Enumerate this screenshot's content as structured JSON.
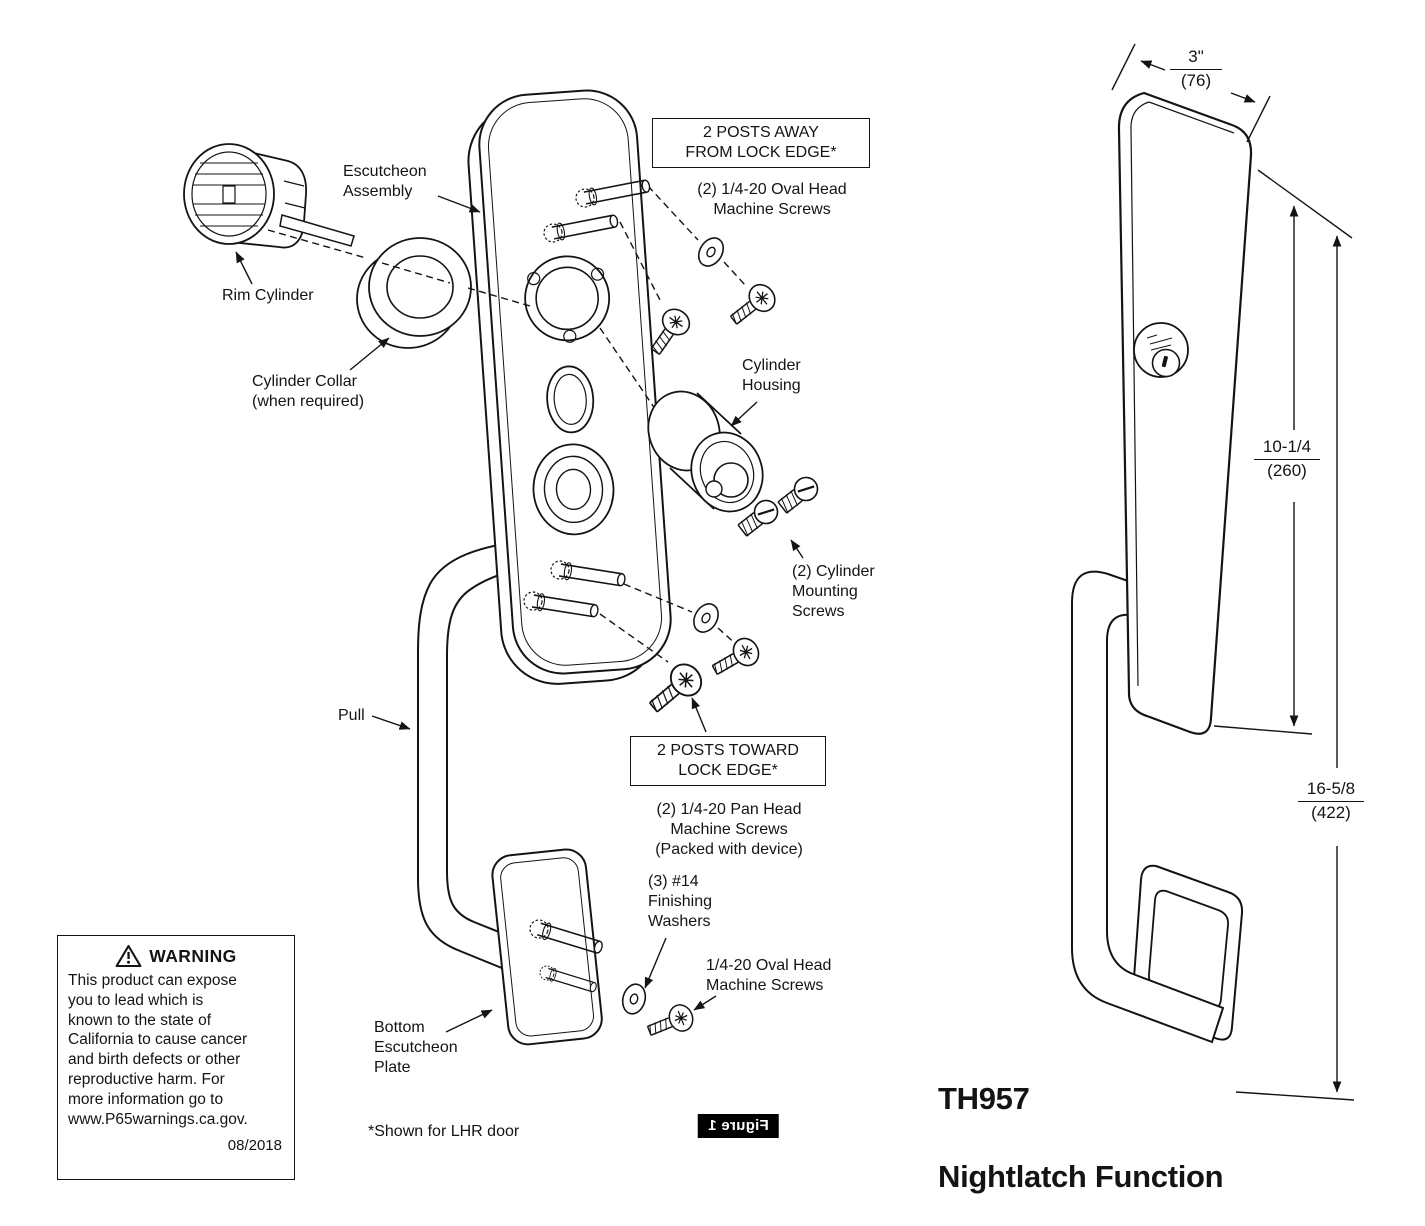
{
  "exploded_view": {
    "labels": {
      "escutcheon_assembly": "Escutcheon\nAssembly",
      "rim_cylinder": "Rim Cylinder",
      "cylinder_collar": "Cylinder Collar\n(when required)",
      "posts_away_box": "2 POSTS AWAY\nFROM LOCK EDGE*",
      "oval_head_screws_top": "(2) 1/4-20 Oval Head\nMachine Screws",
      "cylinder_housing": "Cylinder\nHousing",
      "cylinder_mounting_screws": "(2) Cylinder\nMounting\nScrews",
      "pull": "Pull",
      "posts_toward_box": "2 POSTS TOWARD\nLOCK EDGE*",
      "pan_head_screws": "(2) 1/4-20 Pan Head\nMachine Screws\n(Packed with device)",
      "finishing_washers": "(3) #14\nFinishing\nWashers",
      "oval_head_screws_bottom": "1/4-20 Oval Head\nMachine Screws",
      "bottom_escutcheon_plate": "Bottom\nEscutcheon\nPlate",
      "door_note": "*Shown for LHR door"
    },
    "figure_caption": "Figure 1"
  },
  "warning": {
    "title": "WARNING",
    "body": "This product can expose\nyou to lead which is\nknown to the state of\nCalifornia to cause cancer\nand birth defects or other\nreproductive harm. For\nmore information go to\nwww.P65warnings.ca.gov.",
    "date": "08/2018"
  },
  "product_view": {
    "dimensions": {
      "width_in": "3\"",
      "width_mm": "(76)",
      "escutcheon_height_in": "10-1/4",
      "escutcheon_height_mm": "(260)",
      "overall_height_in": "16-5/8",
      "overall_height_mm": "(422)"
    },
    "model": "TH957",
    "function_name": "Nightlatch Function"
  },
  "colors": {
    "ink": "#141414",
    "paper": "#ffffff"
  }
}
